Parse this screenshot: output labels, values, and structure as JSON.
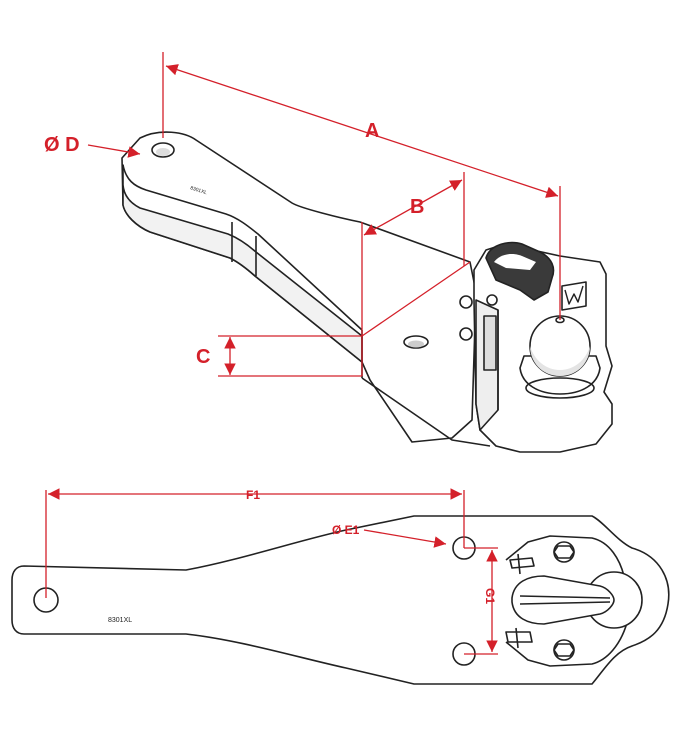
{
  "colors": {
    "dimension": "#d4202a",
    "outline": "#222222",
    "fill": "#ffffff",
    "shade": "#e6e6e6",
    "dark": "#3a3a3a"
  },
  "top_view": {
    "labels": {
      "A": "A",
      "B": "B",
      "C": "C",
      "D": "Ø D"
    },
    "part_stamp": "8301XL"
  },
  "bottom_view": {
    "labels": {
      "F1": "F1",
      "E1": "Ø E1",
      "G1": "G1"
    },
    "part_stamp": "8301XL"
  },
  "icons": [
    "ball-icon",
    "latch-handle-icon",
    "logo-w-icon",
    "bolt-icon",
    "safety-pin-icon"
  ]
}
